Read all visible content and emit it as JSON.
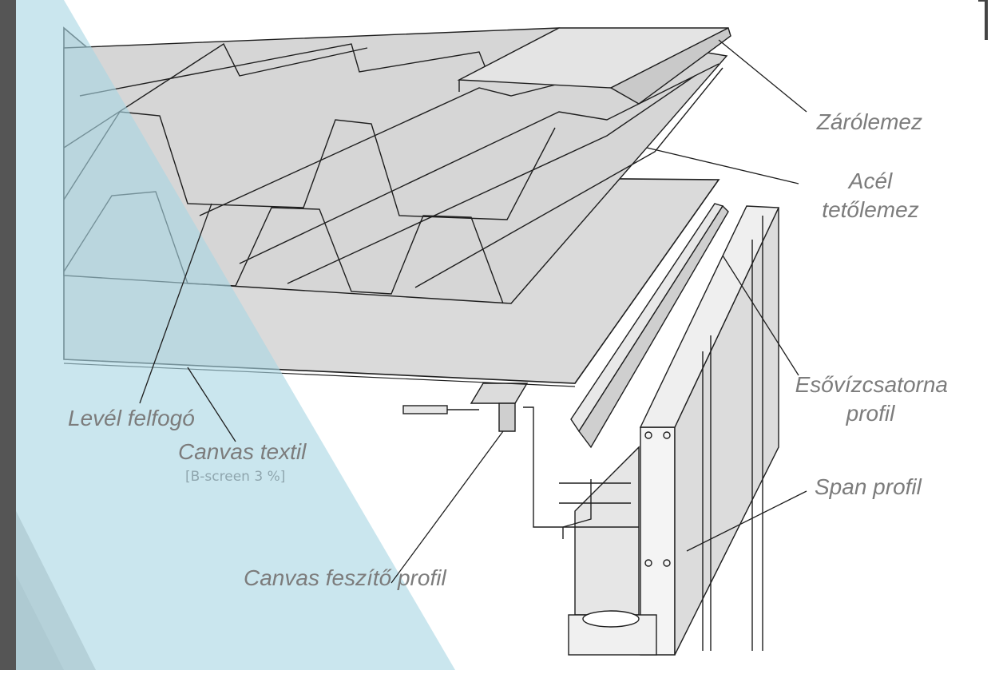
{
  "labels": {
    "zarolemez": "Zárólemez",
    "acel_line1": "Acél",
    "acel_line2": "tetőlemez",
    "esovizcsatorna_line1": "Esővízcsatorna",
    "esovizcsatorna_line2": "profil",
    "span_profil": "Span profil",
    "level_felfogo": "Levél felfogó",
    "canvas_textil": "Canvas textil",
    "canvas_textil_sub": "[B-screen 3 %]",
    "canvas_feszito": "Canvas feszítő profil"
  },
  "colors": {
    "label_text": "#7c7c7c",
    "sub_text": "#8fa6ae",
    "accent_band": "#a9d6e3",
    "sheet_fill": "#d9d9d9",
    "line": "#1e1e1e",
    "left_edge": "#555555"
  }
}
